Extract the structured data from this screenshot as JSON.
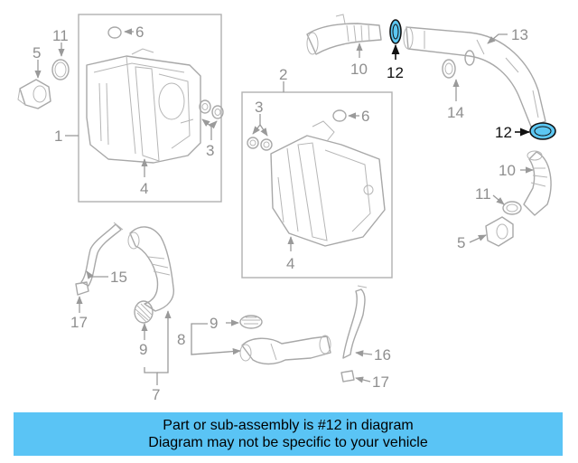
{
  "diagram": {
    "callouts": [
      "6",
      "11",
      "5",
      "1",
      "4",
      "3",
      "2",
      "3",
      "6",
      "4",
      "10",
      "12",
      "13",
      "14",
      "12",
      "10",
      "11",
      "5",
      "15",
      "17",
      "9",
      "8",
      "9",
      "7",
      "16",
      "17"
    ],
    "highlighted_part": "12",
    "highlight_color": "#5cc7f2"
  },
  "banner": {
    "line1": "Part or sub-assembly is #12 in diagram",
    "line2": "Diagram may not be specific to your vehicle",
    "background": "#5ac4f5"
  }
}
